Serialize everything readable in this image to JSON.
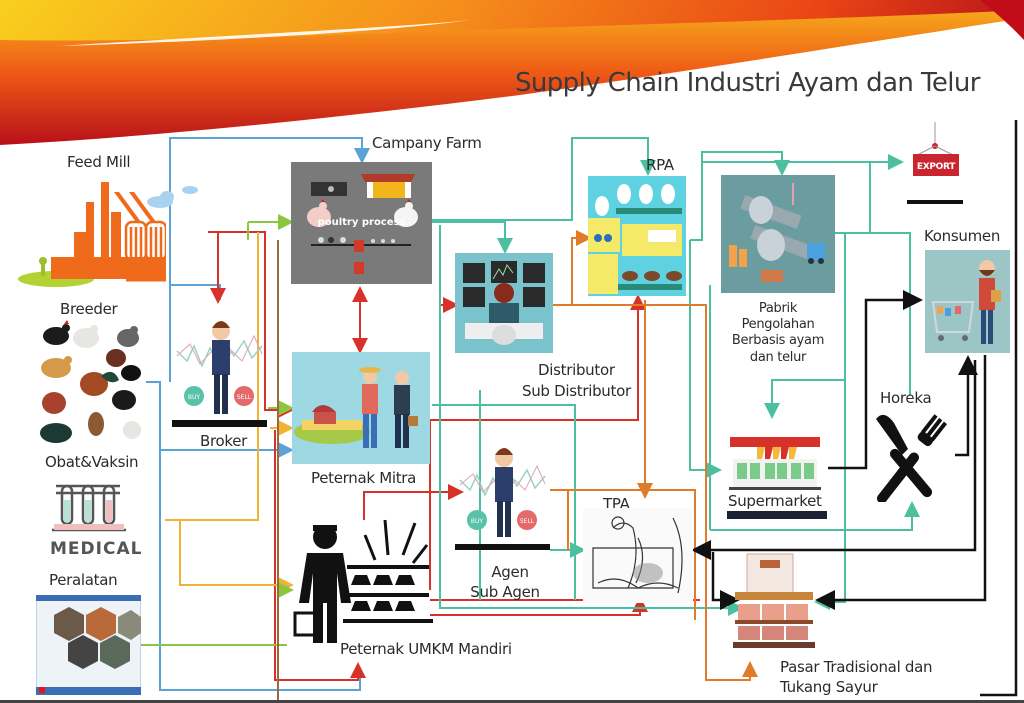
{
  "title": "Supply Chain Industri Ayam dan Telur",
  "colors": {
    "banner_yellow": "#f7c21a",
    "banner_orange": "#f26a12",
    "banner_red": "#c5101a",
    "line_blue": "#5aa3d6",
    "line_teal": "#4bbf9f",
    "line_red": "#d7322a",
    "line_orange": "#e07b2a",
    "line_yellow": "#f2b233",
    "line_green": "#8cc63f",
    "line_black": "#111111",
    "line_brown": "#9a6a3a"
  },
  "nodes": {
    "feed_mill": {
      "label": "Feed Mill"
    },
    "breeder": {
      "label": "Breeder"
    },
    "obat_vaksin": {
      "label": "Obat&Vaksin",
      "badge": "MEDICAL"
    },
    "peralatan": {
      "label": "Peralatan"
    },
    "broker": {
      "label": "Broker",
      "buy": "BUY",
      "sell": "SELL"
    },
    "company_farm": {
      "label": "Campany Farm",
      "caption": "poultry process"
    },
    "peternak_mitra": {
      "label": "Peternak Mitra"
    },
    "peternak_umkm": {
      "label": "Peternak UMKM Mandiri"
    },
    "distributor": {
      "label_line1": "Distributor",
      "label_line2": "Sub Distributor"
    },
    "agen": {
      "label_line1": "Agen",
      "label_line2": "Sub Agen",
      "buy": "BUY",
      "sell": "SELL"
    },
    "rpa": {
      "label": "RPA"
    },
    "tpa": {
      "label": "TPA"
    },
    "pabrik": {
      "label_line1": "Pabrik",
      "label_line2": "Pengolahan",
      "label_line3": "Berbasis ayam",
      "label_line4": "dan telur"
    },
    "export": {
      "label": "EXPORT"
    },
    "konsumen": {
      "label": "Konsumen"
    },
    "horeka": {
      "label": "Horeka"
    },
    "supermarket": {
      "label": "Supermarket"
    },
    "pasar": {
      "label_line1": "Pasar Tradisional dan",
      "label_line2": "Tukang Sayur"
    }
  }
}
